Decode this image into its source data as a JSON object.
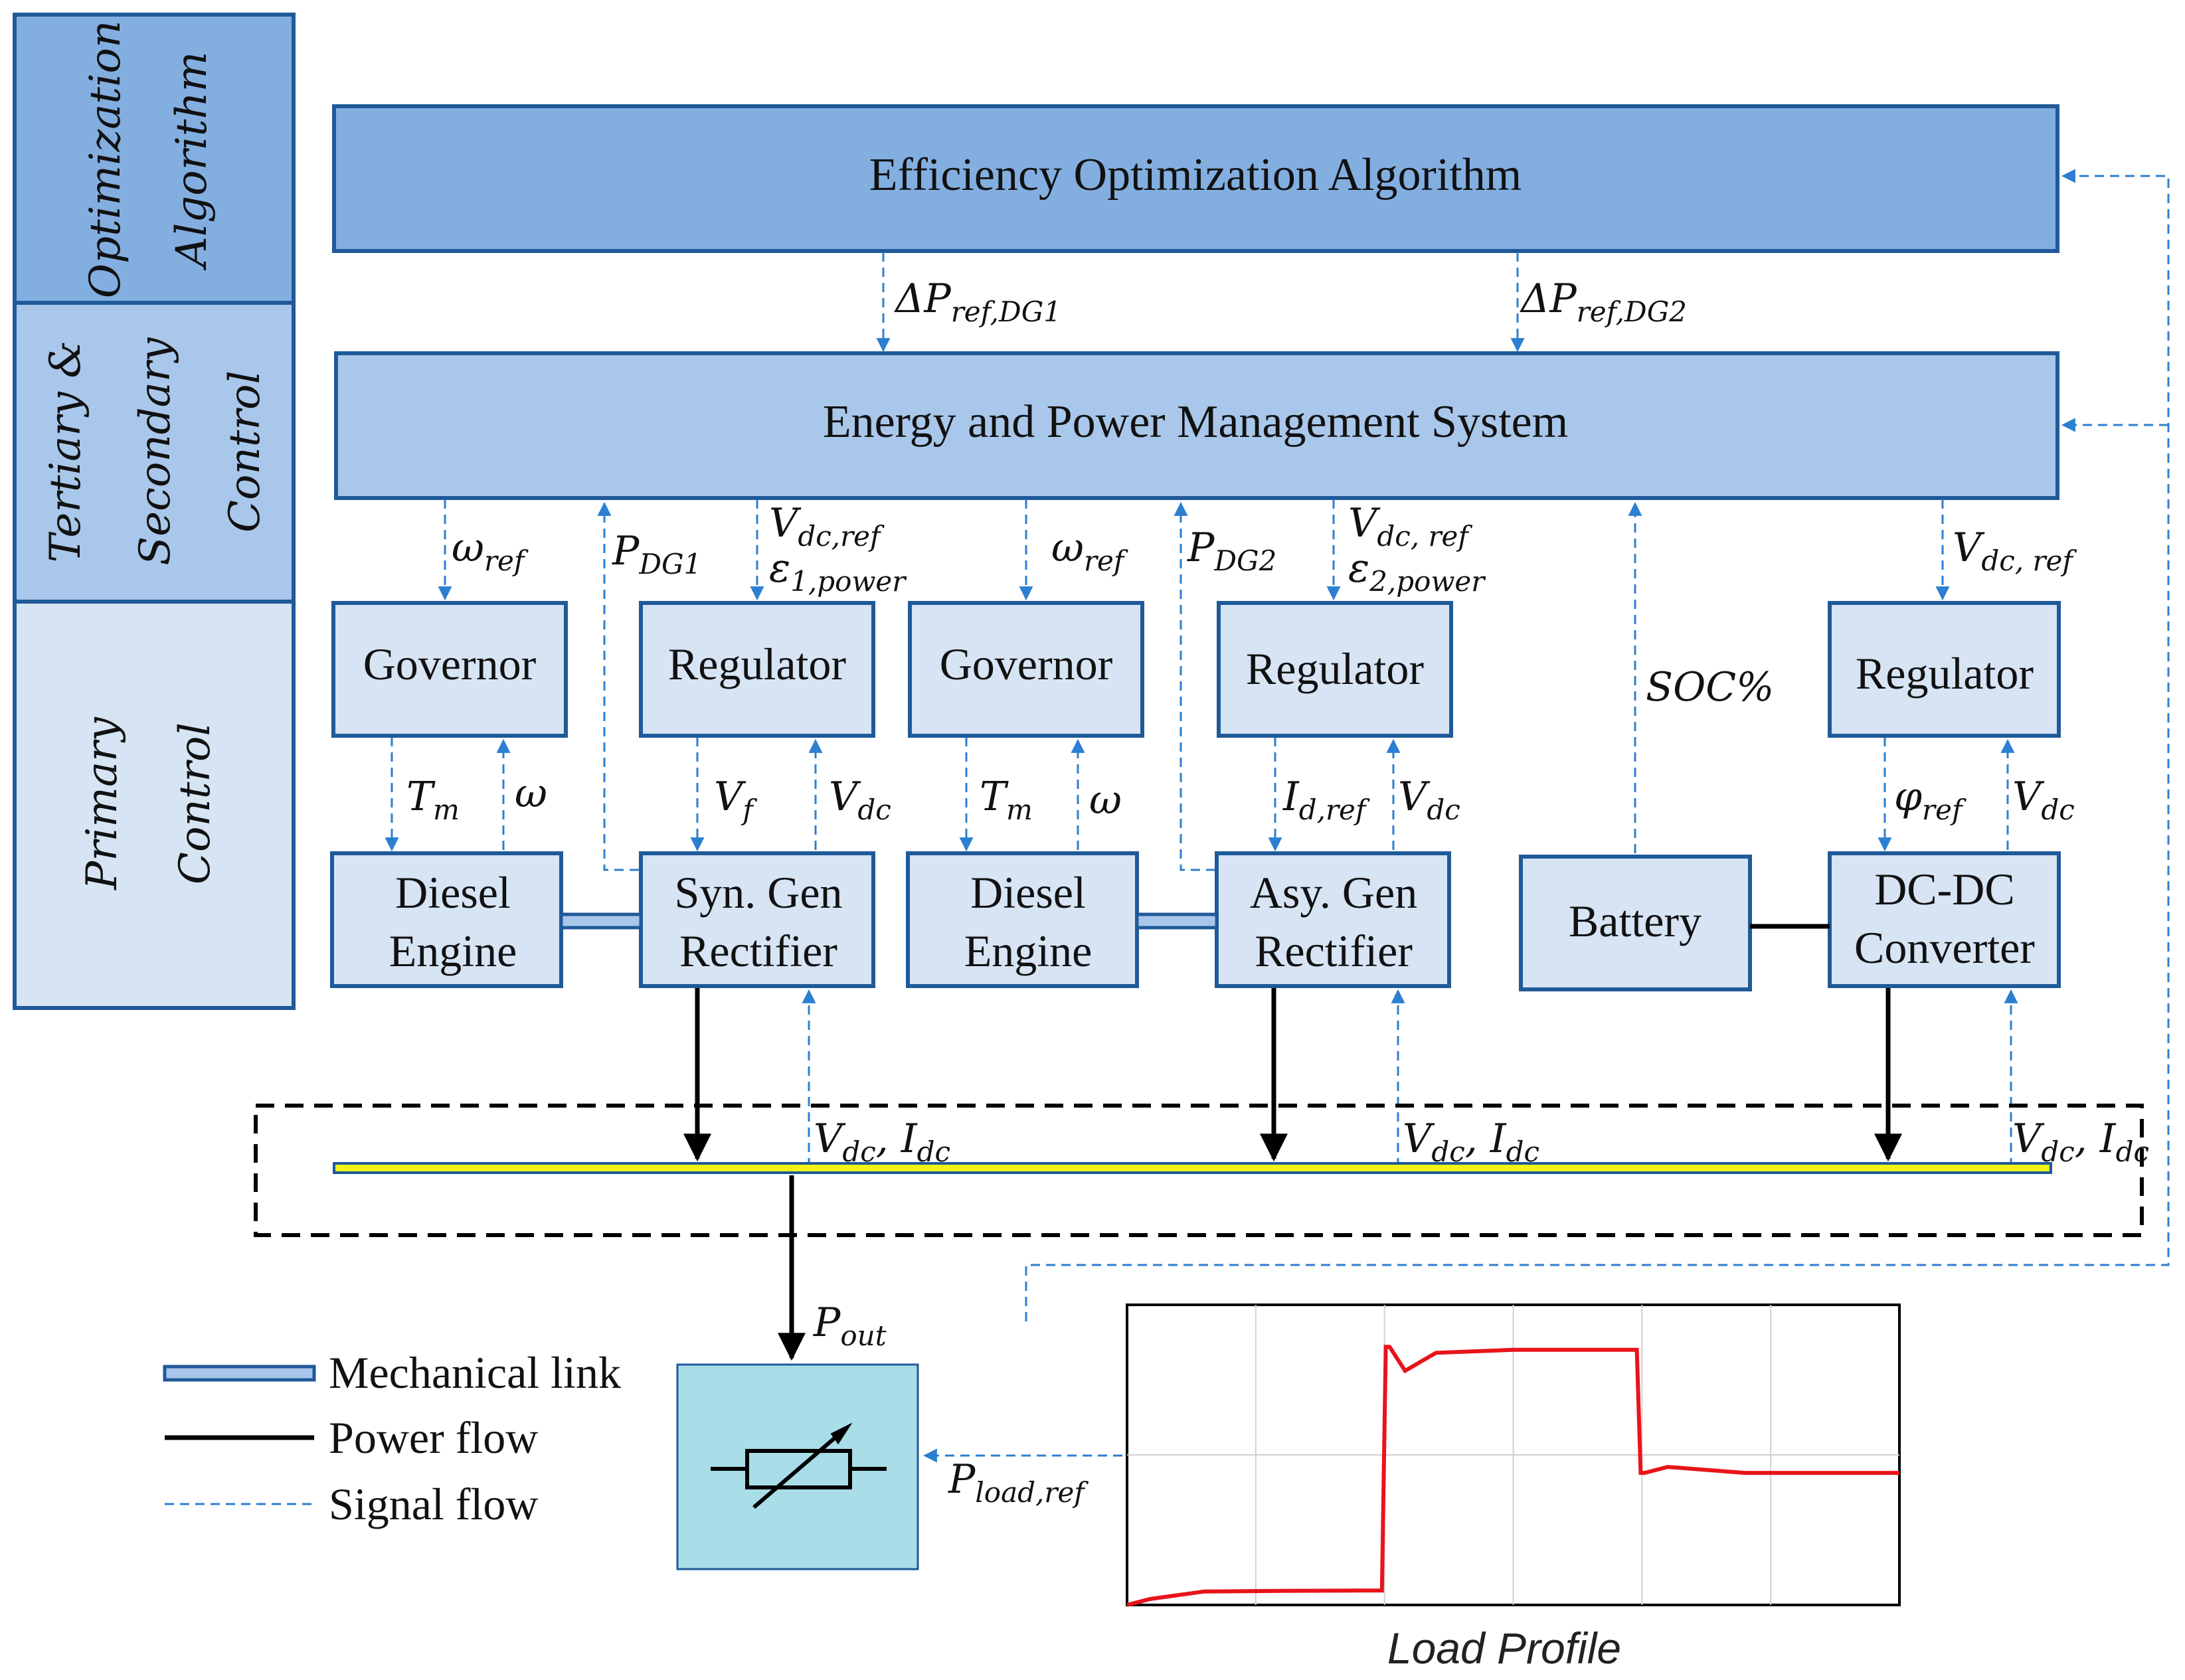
{
  "side_layers": {
    "optimization": [
      "Optimization",
      "Algorithm"
    ],
    "tertiary": [
      "Tertiary &",
      "Secondary",
      "Control"
    ],
    "primary": [
      "Primary",
      "Control"
    ]
  },
  "blocks": {
    "eoa": "Efficiency Optimization Algorithm",
    "epms": "Energy and Power Management System",
    "governor1": "Governor",
    "regulator1": "Regulator",
    "governor2": "Governor",
    "regulator2": "Regulator",
    "regulator3": "Regulator",
    "diesel1": [
      "Diesel",
      "Engine"
    ],
    "syn_gen": [
      "Syn. Gen",
      "Rectifier"
    ],
    "diesel2": [
      "Diesel",
      "Engine"
    ],
    "asy_gen": [
      "Asy. Gen",
      "Rectifier"
    ],
    "battery": "Battery",
    "dcdc": [
      "DC-DC",
      "Converter"
    ]
  },
  "signals": {
    "dP1": {
      "main": "ΔP",
      "sub": "ref,DG1"
    },
    "dP2": {
      "main": "ΔP",
      "sub": "ref,DG2"
    },
    "wref1": {
      "main": "ω",
      "sub": "ref"
    },
    "pdg1": {
      "main": "P",
      "sub": "DG1"
    },
    "vdcref1": {
      "main": "V",
      "sub": "dc,ref"
    },
    "eps1": {
      "main": "ε",
      "sub": "1,power"
    },
    "wref2": {
      "main": "ω",
      "sub": "ref"
    },
    "pdg2": {
      "main": "P",
      "sub": "DG2"
    },
    "vdcref2": {
      "main": "V",
      "sub": "dc, ref"
    },
    "eps2": {
      "main": "ε",
      "sub": "2,power"
    },
    "vdcref3": {
      "main": "V",
      "sub": "dc, ref"
    },
    "soc": "SOC%",
    "tm1": {
      "main": "T",
      "sub": "m"
    },
    "w1": "ω",
    "vf": {
      "main": "V",
      "sub": "f"
    },
    "vdc1": {
      "main": "V",
      "sub": "dc"
    },
    "tm2": {
      "main": "T",
      "sub": "m"
    },
    "w2": "ω",
    "idref": {
      "main": "I",
      "sub": "d,ref"
    },
    "vdc2": {
      "main": "V",
      "sub": "dc"
    },
    "phiref": {
      "main": "φ",
      "sub": "ref"
    },
    "vdc3": {
      "main": "V",
      "sub": "dc"
    },
    "bus1": {
      "v": "V",
      "vs": "dc",
      "i": "I",
      "is": "dc"
    },
    "bus2": {
      "v": "V",
      "vs": "dc",
      "i": "I",
      "is": "dc"
    },
    "bus3": {
      "v": "V",
      "vs": "dc",
      "i": "I",
      "is": "dc"
    },
    "pout": {
      "main": "P",
      "sub": "out"
    },
    "ploadref": {
      "main": "P",
      "sub": "load,ref"
    }
  },
  "legend": {
    "mechanical": "Mechanical link",
    "power": "Power flow",
    "signal": "Signal flow"
  },
  "colors": {
    "dark_blue_border": "#1f5a99",
    "opt_fill": "#83aee0",
    "epms_fill": "#a9c7ea",
    "block_fill": "#d6e4f4",
    "signal": "#2c7fd1",
    "load_fill": "#a9dee9",
    "bus_yellow": "#f2f216",
    "curve_red": "#e8141a"
  },
  "chart_data": {
    "type": "line",
    "title": "",
    "caption": "Load Profile",
    "xlabel": "",
    "ylabel": "",
    "x_ticks_count": 6,
    "grid": true,
    "series": [
      {
        "x": [
          0,
          0.03,
          0.1,
          0.2,
          0.3,
          0.33,
          0.335,
          0.34,
          0.36,
          0.4,
          0.5,
          0.6,
          0.66,
          0.665,
          0.67,
          0.7,
          0.8,
          1.0
        ],
        "y": [
          0.0,
          0.02,
          0.045,
          0.047,
          0.048,
          0.048,
          0.86,
          0.86,
          0.78,
          0.84,
          0.85,
          0.85,
          0.85,
          0.44,
          0.44,
          0.46,
          0.44,
          0.44
        ]
      }
    ]
  }
}
